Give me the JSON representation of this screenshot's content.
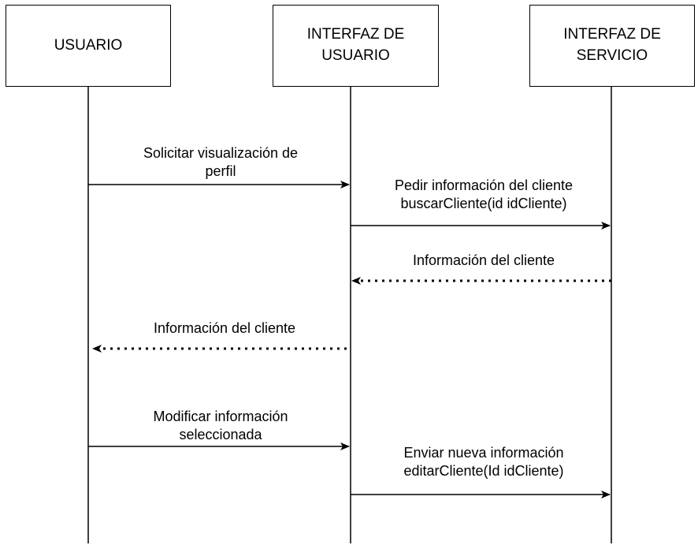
{
  "participants": [
    {
      "id": "usuario",
      "label": "USUARIO"
    },
    {
      "id": "interfaz-usuario",
      "label": "INTERFAZ DE\nUSUARIO"
    },
    {
      "id": "interfaz-servicio",
      "label": "INTERFAZ DE\nSERVICIO"
    }
  ],
  "messages": [
    {
      "from": "usuario",
      "to": "interfaz-usuario",
      "type": "sync",
      "label": "Solicitar visualización de\nperfil"
    },
    {
      "from": "interfaz-usuario",
      "to": "interfaz-servicio",
      "type": "sync",
      "label": "Pedir información del cliente\nbuscarCliente(id idCliente)"
    },
    {
      "from": "interfaz-servicio",
      "to": "interfaz-usuario",
      "type": "return",
      "label": "Información del cliente"
    },
    {
      "from": "interfaz-usuario",
      "to": "usuario",
      "type": "return",
      "label": "Información del cliente"
    },
    {
      "from": "usuario",
      "to": "interfaz-usuario",
      "type": "sync",
      "label": "Modificar información\nseleccionada"
    },
    {
      "from": "interfaz-usuario",
      "to": "interfaz-servicio",
      "type": "sync",
      "label": "Enviar nueva información\neditarCliente(Id idCliente)"
    }
  ],
  "colors": {
    "line": "#000000",
    "background": "#ffffff"
  }
}
